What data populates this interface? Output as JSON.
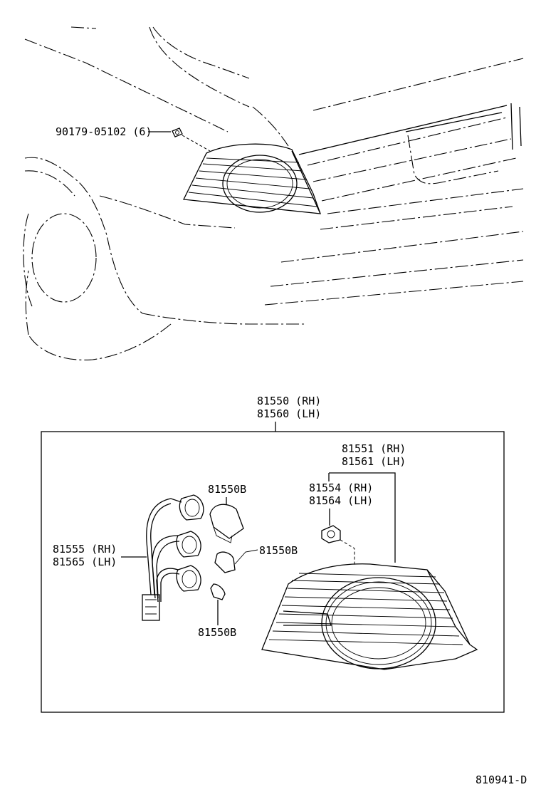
{
  "labels": {
    "bolt": "90179-05102 (6)",
    "assy_rh": "81550 (RH)",
    "assy_lh": "81560 (LH)",
    "lens_rh": "81551 (RH)",
    "lens_lh": "81561 (LH)",
    "cushion_rh": "81554 (RH)",
    "cushion_lh": "81564 (LH)",
    "wire_rh": "81555 (RH)",
    "wire_lh": "81565 (LH)",
    "bulb_a": "81550B",
    "bulb_b": "81550B",
    "bulb_c": "81550B",
    "diagram_code": "810941-D"
  }
}
